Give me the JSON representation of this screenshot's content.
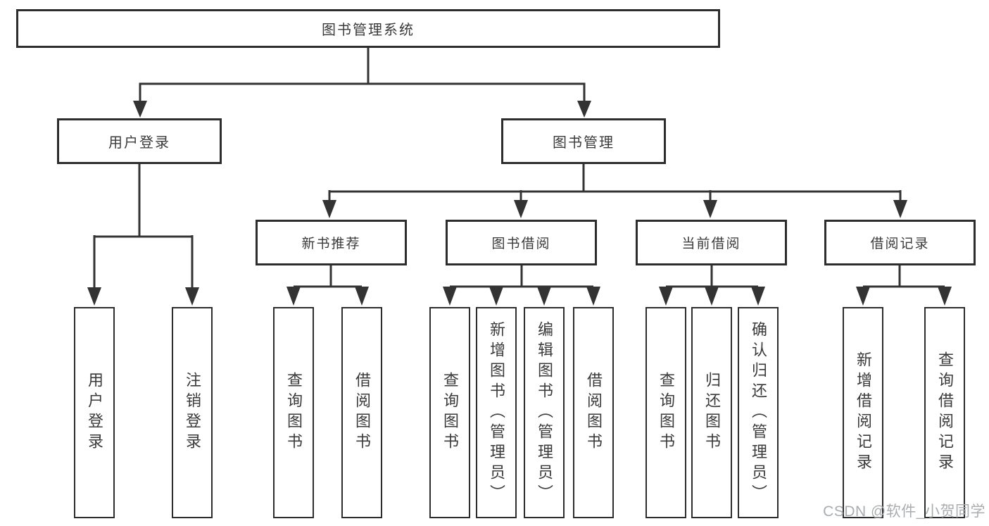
{
  "tree": {
    "root": {
      "label": "图书管理系统"
    },
    "branches": [
      {
        "label": "用户登录",
        "leaves": [
          {
            "label": "用户登录"
          },
          {
            "label": "注销登录"
          }
        ]
      },
      {
        "label": "图书管理",
        "groups": [
          {
            "label": "新书推荐",
            "leaves": [
              {
                "label": "查询图书"
              },
              {
                "label": "借阅图书"
              }
            ]
          },
          {
            "label": "图书借阅",
            "leaves": [
              {
                "label": "查询图书"
              },
              {
                "label": "新增图书（管理员）"
              },
              {
                "label": "编辑图书（管理员）"
              },
              {
                "label": "借阅图书"
              }
            ]
          },
          {
            "label": "当前借阅",
            "leaves": [
              {
                "label": "查询图书"
              },
              {
                "label": "归还图书"
              },
              {
                "label": "确认归还（管理员）"
              }
            ]
          },
          {
            "label": "借阅记录",
            "leaves": [
              {
                "label": "新增借阅记录"
              },
              {
                "label": "查询借阅记录"
              }
            ]
          }
        ]
      }
    ]
  },
  "watermark": {
    "text": "CSDN @软件_小贺同学"
  },
  "colors": {
    "line": "#333333",
    "border": "#2d2d2d",
    "text": "#3a3a3a",
    "background": "#ffffff",
    "watermark": "#aaadb0"
  }
}
